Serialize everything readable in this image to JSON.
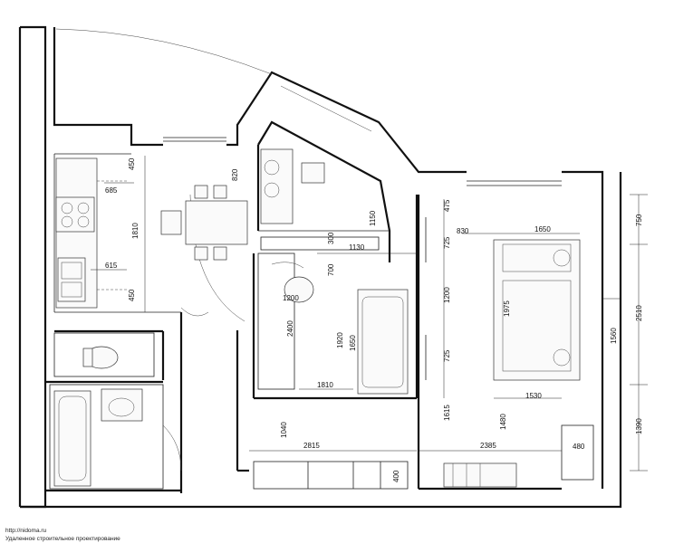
{
  "dimensions": {
    "kitchen_top": "450",
    "kitchen_counter": "685",
    "kitchen_length": "1810",
    "kitchen_sink_depth": "615",
    "kitchen_bottom": "450",
    "dining_width": "820",
    "bedroom_left_width": "1150",
    "hall_300": "300",
    "hall_1130": "1130",
    "hall_700": "700",
    "hall_1200": "1200",
    "hall_2400": "2400",
    "hall_1920": "1920",
    "hall_1650": "1650",
    "hall_1810": "1810",
    "bottom_1040": "1040",
    "bottom_2815": "2815",
    "bottom_400": "400",
    "room_475": "475",
    "room_830": "830",
    "room_1650": "1650",
    "room_725_top": "725",
    "room_1200": "1200",
    "room_1975": "1975",
    "room_725_bottom": "725",
    "room_1530": "1530",
    "room_1615": "1615",
    "room_1480": "1480",
    "room_2385": "2385",
    "room_480": "480",
    "right_750": "750",
    "right_2510": "2510",
    "right_1560": "1560",
    "right_1390": "1390"
  },
  "credit": {
    "site": "http://nidoma.ru",
    "tagline": "Удаленное строительное проектирование"
  }
}
